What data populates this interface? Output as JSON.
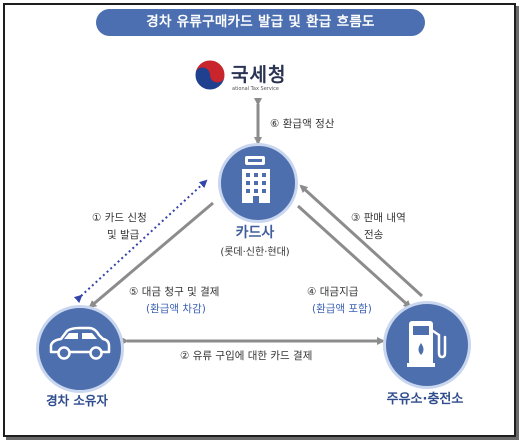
{
  "title": "경차 유류구매카드 발급 및 환급 흐름도",
  "nodes": {
    "nts": {
      "name": "국세청",
      "sub": "ational Tax Service"
    },
    "card": {
      "name": "카드사",
      "detail": "(롯데·신한·현대)"
    },
    "owner": {
      "name": "경차 소유자"
    },
    "station": {
      "name": "주유소·충전소"
    }
  },
  "steps": {
    "s1": {
      "line1": "① 카드 신청",
      "line2": "및 발급"
    },
    "s2": {
      "line1": "② 유류 구입에 대한 카드 결제"
    },
    "s3": {
      "line1": "③ 판매 내역",
      "line2": "전송"
    },
    "s4": {
      "line1": "④ 대금지급",
      "line2": "(환급액 포함)"
    },
    "s5": {
      "line1": "⑤ 대금 청구 및 결제",
      "line2": "(환급액 차감)"
    },
    "s6": {
      "line1": "⑥ 환급액 정산"
    }
  },
  "colors": {
    "accent": "#4b6fb0",
    "node_fill": "#4e6fad",
    "node_ring": "#c9d6ef",
    "arrow": "#8c8c8c",
    "dotted_arrow": "#3344aa",
    "label_blue": "#3d63b5"
  },
  "icons": [
    "nts-taegeuk-logo",
    "office-building-icon",
    "car-icon",
    "fuel-pump-icon"
  ]
}
